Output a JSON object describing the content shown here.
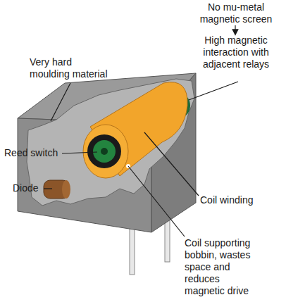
{
  "diagram": {
    "labels": [
      "No mu-metal magnetic screen",
      "High magnetic interaction with adjacent relays",
      "Very hard moulding material",
      "Reed switch",
      "Diode",
      "Coil winding",
      "Coil supporting bobbin, wastes space and reduces magnetic drive"
    ]
  }
}
